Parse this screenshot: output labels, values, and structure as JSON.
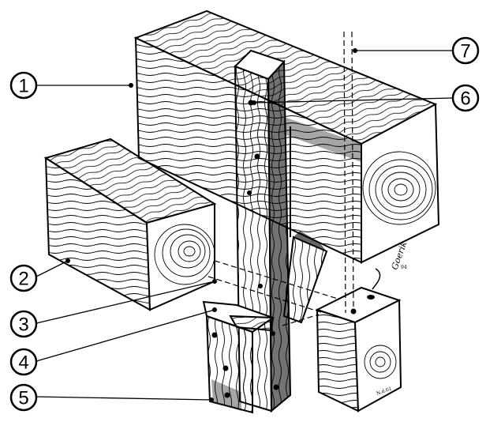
{
  "callouts": [
    {
      "id": "1",
      "label": "1"
    },
    {
      "id": "2",
      "label": "2"
    },
    {
      "id": "3",
      "label": "3"
    },
    {
      "id": "4",
      "label": "4"
    },
    {
      "id": "5",
      "label": "5"
    },
    {
      "id": "6",
      "label": "6"
    },
    {
      "id": "7",
      "label": "7"
    }
  ],
  "signature": {
    "name": "Goerik",
    "year": "94"
  },
  "small_mark": "N.d.01",
  "colors": {
    "ink": "#000000",
    "paper": "#ffffff",
    "wood_shade": "#f4f1ea"
  }
}
